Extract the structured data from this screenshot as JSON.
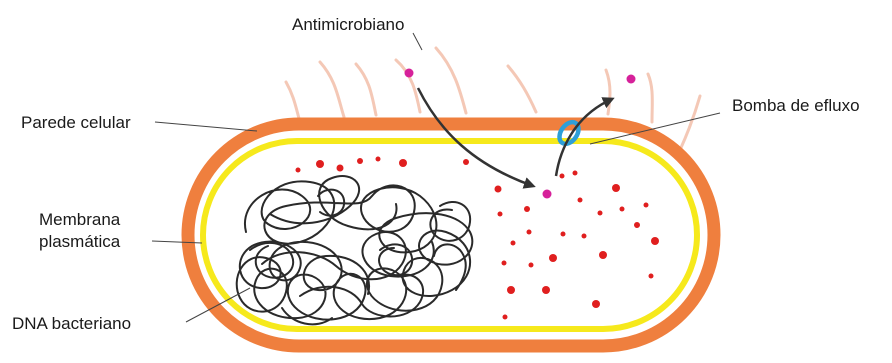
{
  "labels": {
    "antimicrobiano": "Antimicrobiano",
    "parede": "Parede celular",
    "bomba": "Bomba de efluxo",
    "membrana_line1": "Membrana",
    "membrana_line2": "plasmática",
    "dna": "DNA bacteriano"
  },
  "colors": {
    "cell_wall": "#ef7f3e",
    "membrane": "#f6e91c",
    "ribosome": "#e01f1f",
    "antimicrobial": "#d6219a",
    "efflux_pump": "#2e9fd8",
    "pili": "#f4c8b6",
    "dna": "#2a2a2a",
    "arrow": "#333333",
    "leader_line": "#444444"
  }
}
